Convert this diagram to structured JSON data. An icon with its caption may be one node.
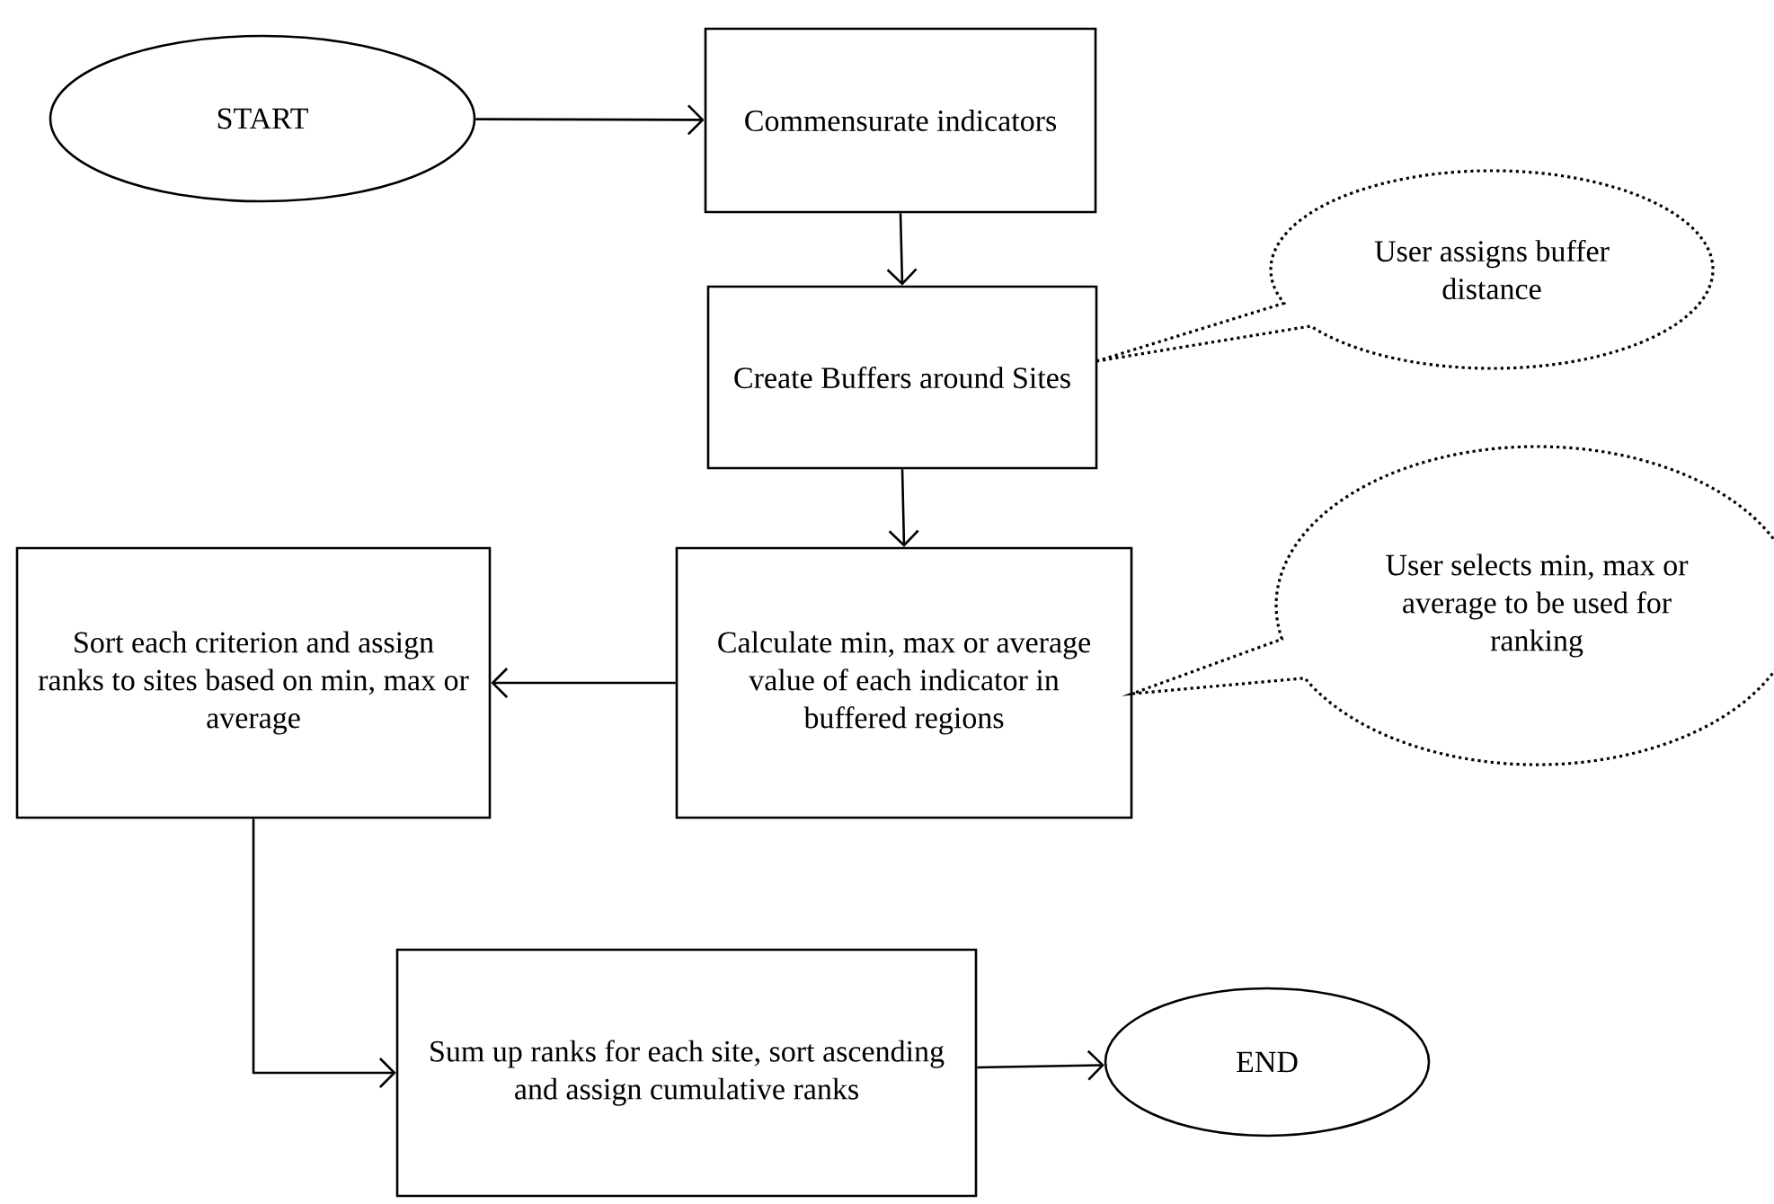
{
  "diagram": {
    "nodes": [
      {
        "text": [
          "START"
        ]
      },
      {
        "text": [
          "Commensurate indicators"
        ]
      },
      {
        "text": [
          "Create Buffers around Sites"
        ]
      },
      {
        "text": [
          "Calculate min, max or average value of each indicator in buffered regions"
        ]
      },
      {
        "text": [
          "Sort each criterion and assign ranks to sites based on min, max or average"
        ]
      },
      {
        "text": [
          "Sum up ranks for each site, sort ascending and assign cumulative ranks"
        ]
      },
      {
        "text": [
          "END"
        ]
      },
      {
        "text": [
          "User assigns buffer distance"
        ]
      },
      {
        "text": [
          "User selects min, max or average to be used for ranking"
        ]
      }
    ],
    "edges": [
      {
        "from": 0,
        "to": 1,
        "arrow": "to"
      },
      {
        "from": 1,
        "to": 2,
        "arrow": "to"
      },
      {
        "from": 2,
        "to": 3,
        "arrow": "to"
      },
      {
        "from": 3,
        "to": 4,
        "arrow": "to"
      },
      {
        "from": 4,
        "to": 5,
        "arrow": "to"
      },
      {
        "from": 5,
        "to": 6,
        "arrow": "to"
      }
    ]
  }
}
